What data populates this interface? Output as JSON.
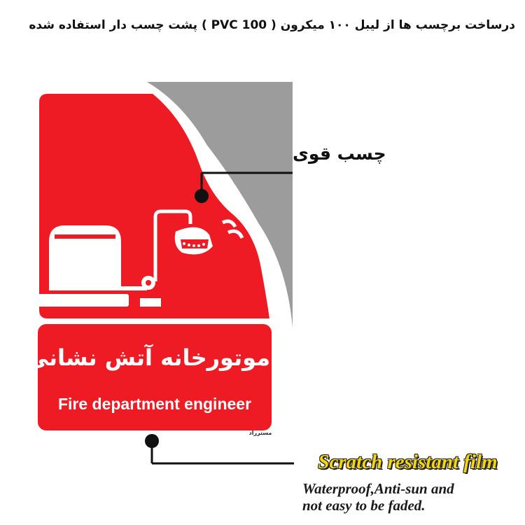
{
  "header": {
    "description": "درساخت برچسب ها از لیبل ۱۰۰ میکرون  ( PVC 100 )   پشت چسب دار استفاده شده"
  },
  "callouts": {
    "adhesive_label": "چسب قوی"
  },
  "sign": {
    "title_fa": "موتورخانه آتش نشانی",
    "title_en": "Fire department engineer",
    "brand": "مسترراد"
  },
  "film": {
    "title": "Scratch resistant film",
    "desc_line1": "Waterproof,Anti-sun and",
    "desc_line2": "not easy to be faded."
  },
  "colors": {
    "sign_red": "#ee1b24",
    "peel_gray": "#9c9c9c",
    "film_yellow": "#f5d410"
  }
}
